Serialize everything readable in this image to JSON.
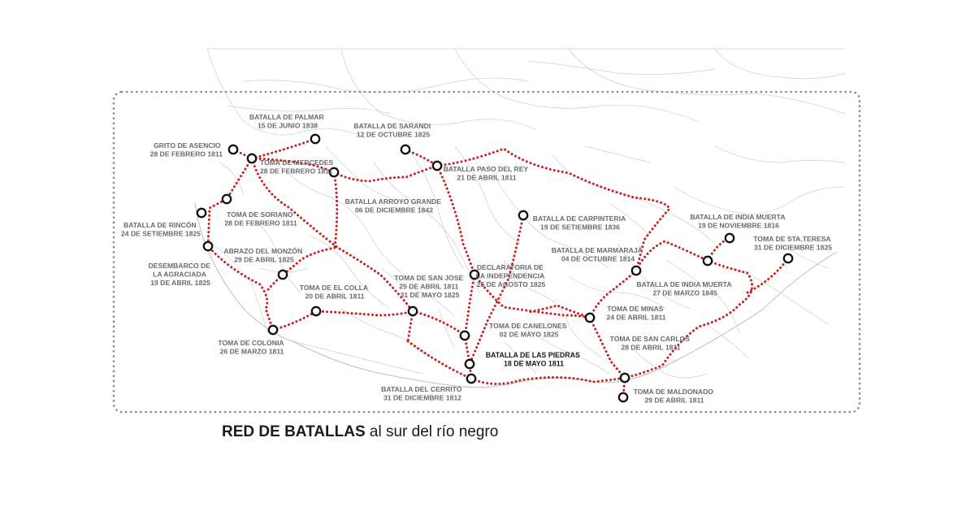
{
  "title": {
    "bold": "RED DE BATALLAS",
    "rest": " al sur del río negro"
  },
  "colors": {
    "route": "#cc2020",
    "marker": "#111111",
    "label": "#6a6a6a",
    "highlight_label": "#1a1a1a",
    "frame": "#8a8a8a",
    "terrain": "#c8c8c8"
  },
  "sites": [
    {
      "id": "palmar",
      "lines": [
        "BATALLA DE PALMAR",
        "15 DE JUNIO 1838"
      ]
    },
    {
      "id": "asencio",
      "lines": [
        "GRITO DE ASENCIO",
        "28 DE FEBRERO 1811"
      ]
    },
    {
      "id": "mercedes",
      "lines": [
        "TOMA DE MERCEDES",
        "28 DE FEBRERO 1811"
      ]
    },
    {
      "id": "sarandi",
      "lines": [
        "BATALLA DE SARANDI",
        "12 DE OCTUBRE 1825"
      ]
    },
    {
      "id": "paso_rey",
      "lines": [
        "BATALLA PASO DEL REY",
        "21 DE ABRIL 1811"
      ]
    },
    {
      "id": "arroyo_grande",
      "lines": [
        "BATALLA ARROYO GRANDE",
        "06 DE DICIEMBRE 1842"
      ]
    },
    {
      "id": "soriano",
      "lines": [
        "TOMA DE SORIANO",
        "28 DE FEBRERO 1811"
      ]
    },
    {
      "id": "rincon",
      "lines": [
        "BATALLA DE RINCÓN",
        "24 DE SETIEMBRE 1825"
      ]
    },
    {
      "id": "carpinteria",
      "lines": [
        "BATALLA DE CARPINTERIA",
        "19 DE SETIEMBRE 1836"
      ]
    },
    {
      "id": "india_muerta_1816",
      "lines": [
        "BATALLA DE INDIA MUERTA",
        "19 DE NOVIEMBRE 1816"
      ]
    },
    {
      "id": "sta_teresa",
      "lines": [
        "TOMA DE STA.TERESA",
        "31 DE DICIEMBRE 1825"
      ]
    },
    {
      "id": "marmaraja",
      "lines": [
        "BATALLA DE MARMARAJÁ",
        "04 DE OCTUBRE 1814"
      ]
    },
    {
      "id": "monzon",
      "lines": [
        "ABRAZO DEL MONZÓN",
        "29 DE ABRIL 1825"
      ]
    },
    {
      "id": "agraciada",
      "lines": [
        "DESEMBARCO DE",
        "LA AGRACIADA",
        "19 DE ABRIL 1825"
      ]
    },
    {
      "id": "independencia",
      "lines": [
        "DECLARATORIA DE",
        "LA INDEPENDENCIA",
        "25 DE AGOSTO 1825"
      ]
    },
    {
      "id": "san_jose",
      "lines": [
        "TOMA DE SAN JOSE",
        "25 DE ABRIL 1811",
        "31 DE MAYO 1825"
      ]
    },
    {
      "id": "colla",
      "lines": [
        "TOMA DE EL COLLA",
        "20 DE ABRIL 1811"
      ]
    },
    {
      "id": "india_muerta_1845",
      "lines": [
        "BATALLA DE INDIA MUERTA",
        "27 DE MARZO 1845"
      ]
    },
    {
      "id": "minas",
      "lines": [
        "TOMA DE MINAS",
        "24 DE ABRIL 1811"
      ]
    },
    {
      "id": "canelones",
      "lines": [
        "TOMA DE CANELONES",
        "02 DE MAYO 1825"
      ]
    },
    {
      "id": "san_carlos",
      "lines": [
        "TOMA DE SAN CARLOS",
        "28 DE ABRIL 1811"
      ]
    },
    {
      "id": "colonia",
      "lines": [
        "TOMA DE COLONIA",
        "26 DE MARZO 1811"
      ]
    },
    {
      "id": "piedras",
      "lines": [
        "BATALLA DE LAS PIEDRAS",
        "18 DE MAYO 1811"
      ],
      "highlight": true
    },
    {
      "id": "cerrito",
      "lines": [
        "BATALLA DEL CERRITO",
        "31 DE DICIEMBRE 1812"
      ]
    },
    {
      "id": "maldonado",
      "lines": [
        "TOMA DE MALDONADO",
        "29 DE ABRIL 1811"
      ]
    }
  ]
}
